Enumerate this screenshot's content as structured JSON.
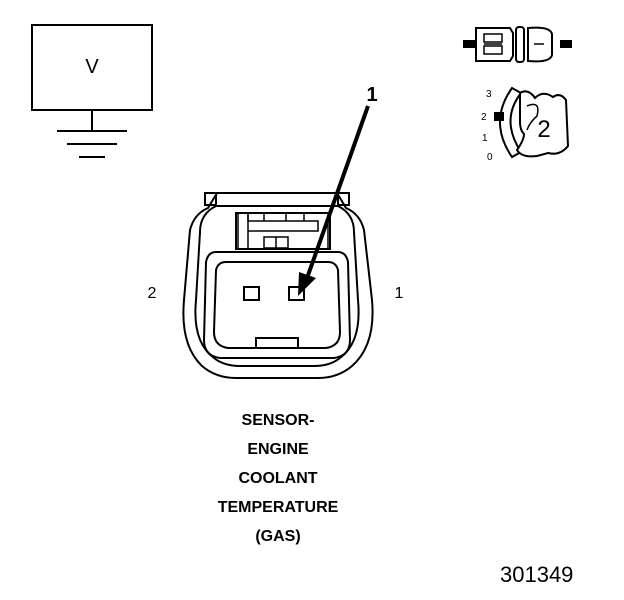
{
  "meter": {
    "label": "V"
  },
  "terminal_label_left": "2",
  "terminal_label_right": "1",
  "callout_number": "1",
  "probe_tip_number": "2",
  "scale_marks": [
    "3",
    "2",
    "1",
    "0"
  ],
  "caption_lines": [
    "SENSOR-",
    "ENGINE",
    "COOLANT",
    "TEMPERATURE",
    "(GAS)"
  ],
  "figure_number": "301349"
}
